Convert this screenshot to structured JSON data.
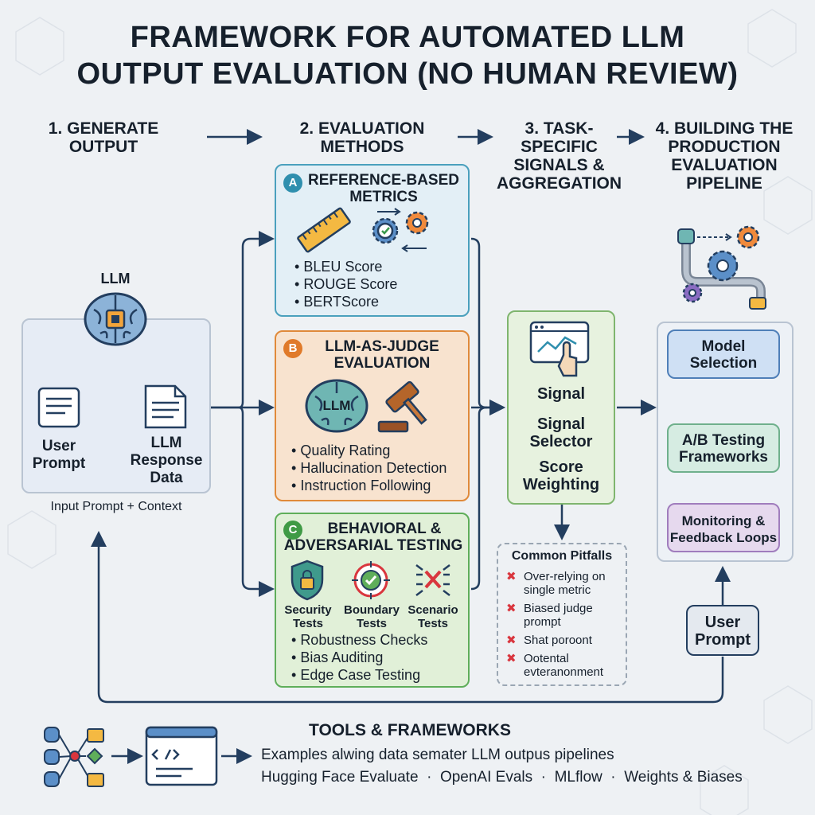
{
  "title": {
    "line1": "FRAMEWORK FOR AUTOMATED LLM",
    "line2": "OUTPUT EVALUATION (NO HUMAN REVIEW)"
  },
  "steps": {
    "s1": [
      "1. GENERATE",
      "OUTPUT"
    ],
    "s2": [
      "2. EVALUATION",
      "METHODS"
    ],
    "s3": [
      "3. TASK-",
      "SPECIFIC",
      "SIGNALS &",
      "AGGREGATION"
    ],
    "s4": [
      "4. BUILDING THE",
      "PRODUCTION",
      "EVALUATION",
      "PIPELINE"
    ]
  },
  "generate": {
    "llm_label": "LLM",
    "user_prompt": [
      "User",
      "Prompt"
    ],
    "llm_response": [
      "LLM",
      "Response",
      "Data"
    ],
    "caption": "Input Prompt + Context"
  },
  "panel_a": {
    "badge": "A",
    "title": [
      "REFERENCE-BASED",
      "METRICS"
    ],
    "items": [
      "BLEU Score",
      "ROUGE Score",
      "BERTScore"
    ]
  },
  "panel_b": {
    "badge": "B",
    "title": [
      "LLM-AS-JUDGE",
      "EVALUATION"
    ],
    "brain_text": "LLM",
    "items": [
      "Quality Rating",
      "Hallucination Detection",
      "Instruction Following"
    ]
  },
  "panel_c": {
    "badge": "C",
    "title": [
      "BEHAVIORAL &",
      "ADVERSARIAL TESTING"
    ],
    "icons": [
      {
        "label": [
          "Security",
          "Tests"
        ],
        "icon": "shield-lock-icon"
      },
      {
        "label": [
          "Boundary",
          "Tests"
        ],
        "icon": "target-check-icon"
      },
      {
        "label": [
          "Scenario",
          "Tests"
        ],
        "icon": "scenario-x-icon"
      }
    ],
    "items": [
      "Robustness Checks",
      "Bias Auditing",
      "Edge Case Testing"
    ]
  },
  "signal": {
    "lines": [
      "Signal",
      "Signal",
      "Selector",
      "Score",
      "Weighting"
    ]
  },
  "pitfalls": {
    "title": "Common Pitfalls",
    "items": [
      [
        "Over-relying on",
        "single metric"
      ],
      [
        "Biased judge",
        "prompt"
      ],
      [
        "Shat poroont"
      ],
      [
        "Ootental",
        "evteranonment"
      ]
    ]
  },
  "pipeline": {
    "model_selection": [
      "Model",
      "Selection"
    ],
    "ab_testing": [
      "A/B Testing",
      "Frameworks"
    ],
    "monitoring": [
      "Monitoring &",
      "Feedback Loops"
    ],
    "user_prompt": [
      "User",
      "Prompt"
    ]
  },
  "tools": {
    "title": "TOOLS & FRAMEWORKS",
    "line1": "Examples alwing data semater LLM outpus pipelines",
    "line2": "Hugging Face Evaluate  ·  OpenAI Evals  ·  MLflow  ·  Weights & Biases"
  },
  "colors": {
    "dark": "#16202c",
    "arrow": "#233e5f",
    "panel_a_bg": "#e3eff6",
    "panel_a_border": "#4aa0bd",
    "panel_b_bg": "#f8e3cf",
    "panel_b_border": "#e08a3a",
    "panel_c_bg": "#e1f0d8",
    "panel_c_border": "#5fae5a",
    "signal_bg": "#e7f2df",
    "signal_border": "#7fb56e",
    "model_bg": "#cfe0f4",
    "ab_bg": "#d6ece2",
    "monitor_bg": "#e6d9ee",
    "pitfall_x": "#d9363e"
  }
}
